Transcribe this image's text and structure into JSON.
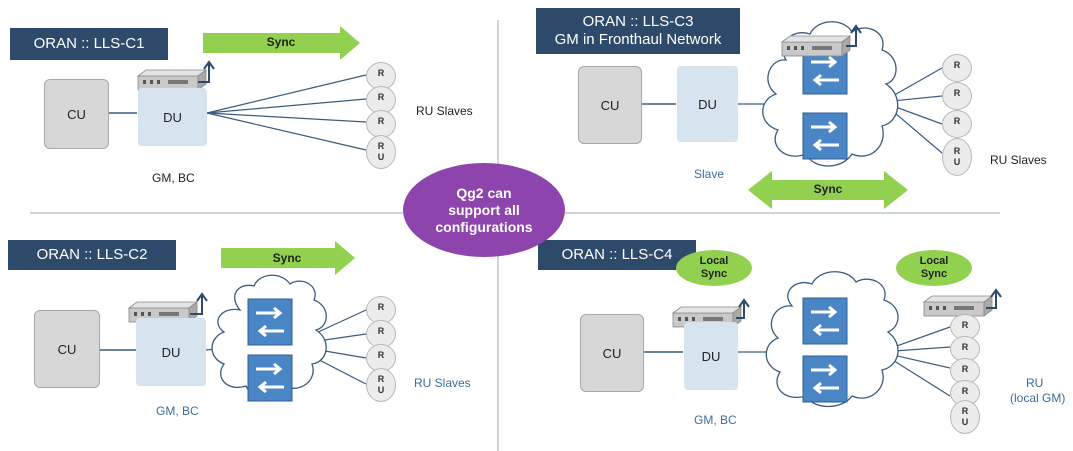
{
  "quadrants": {
    "c1": {
      "title": "ORAN :: LLS-C1",
      "cu": "CU",
      "du": "DU",
      "du_role": "GM, BC",
      "sync": "Sync",
      "ru_nodes": [
        "R",
        "R",
        "R",
        "R\nU"
      ],
      "ru_label": "RU Slaves"
    },
    "c2": {
      "title": "ORAN :: LLS-C2",
      "cu": "CU",
      "du": "DU",
      "du_role": "GM, BC",
      "sync": "Sync",
      "ru_nodes": [
        "R",
        "R",
        "R",
        "R\nU"
      ],
      "ru_label": "RU Slaves"
    },
    "c3": {
      "title_line1": "ORAN :: LLS-C3",
      "title_line2": "GM in Fronthaul Network",
      "cu": "CU",
      "du": "DU",
      "du_role": "Slave",
      "sync": "Sync",
      "ru_nodes": [
        "R",
        "R",
        "R",
        "R\nU"
      ],
      "ru_label": "RU Slaves"
    },
    "c4": {
      "title": "ORAN :: LLS-C4",
      "cu": "CU",
      "du": "DU",
      "du_role": "GM, BC",
      "local_sync_1": "Local\nSync",
      "local_sync_2": "Local\nSync",
      "ru_nodes": [
        "R",
        "R",
        "R",
        "R",
        "R\nU"
      ],
      "ru_label_line1": "RU",
      "ru_label_line2": "(local GM)"
    }
  },
  "center_bubble": "Qg2 can\nsupport all\nconfigurations",
  "colors": {
    "title_bg": "#2e4a6b",
    "sync_arrow": "#92d050",
    "bubble": "#8e44ad",
    "switch": "#4a86c5",
    "du_box": "#d6e4f0",
    "cu_box": "#d7d7d7"
  }
}
